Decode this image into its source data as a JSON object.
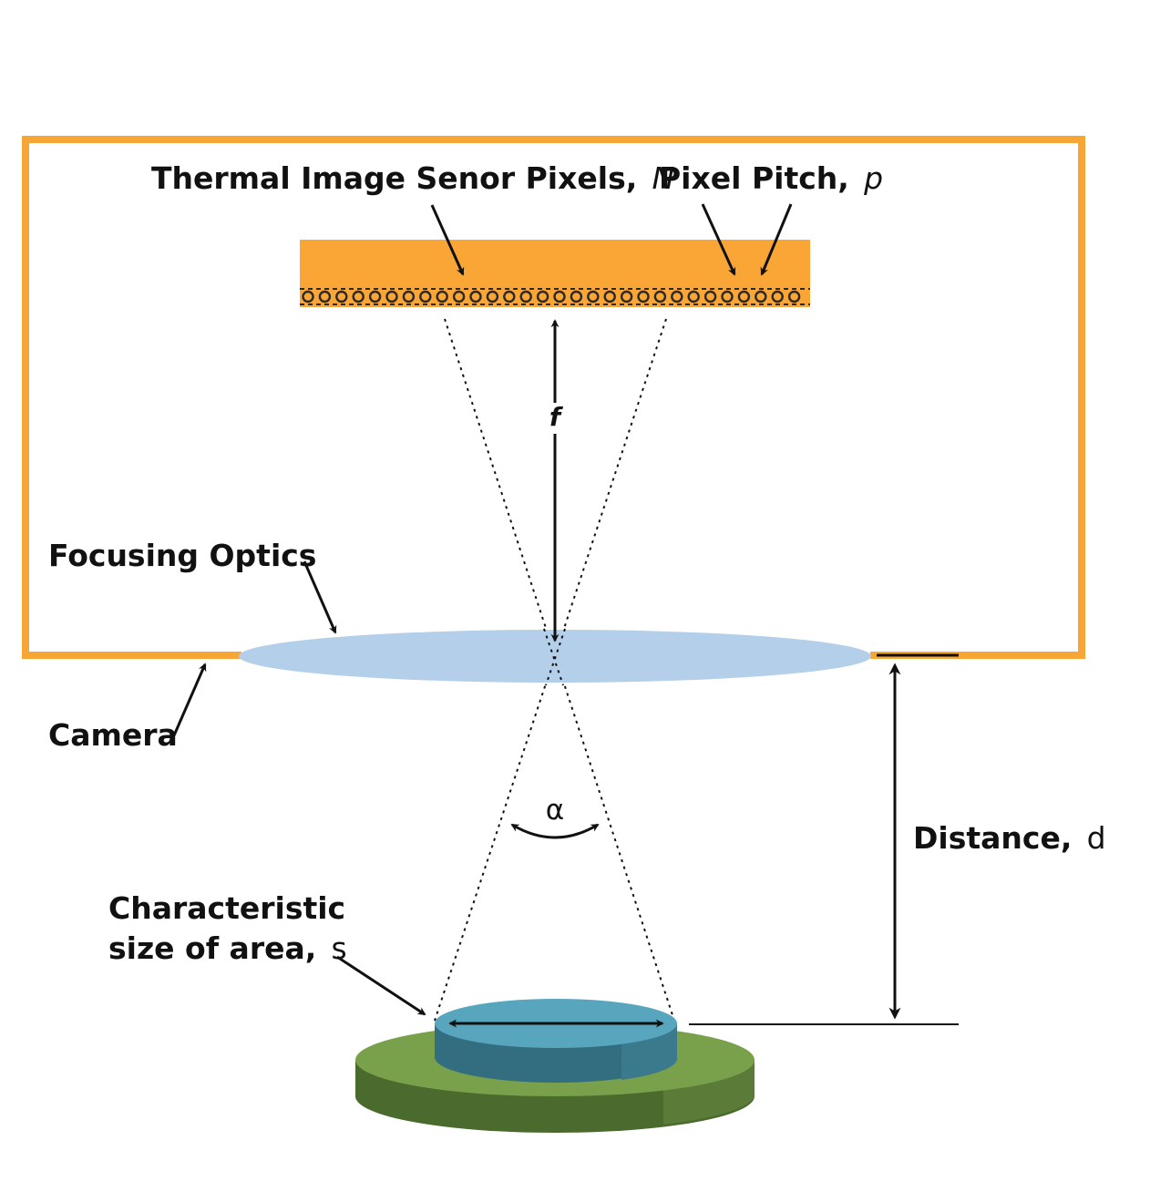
{
  "labels": {
    "sensor": {
      "text": "Thermal Image Senor Pixels,",
      "symbol": "N"
    },
    "pitch": {
      "text": "Pixel Pitch,",
      "symbol": "p"
    },
    "focal": "f",
    "optics": "Focusing Optics",
    "camera": "Camera",
    "angle": "α",
    "distance": {
      "text": "Distance,",
      "symbol": "d"
    },
    "area": {
      "line1": "Characteristic",
      "line2": "size of area,",
      "symbol": "s"
    }
  },
  "colors": {
    "housing": "#F7A535",
    "sensor": "#F9A637",
    "pixel_row": "#2A2A2A",
    "lens": "#B4CFEA",
    "target_top": "#58A6BE",
    "target_side": "#336E80",
    "base_top": "#79A14C",
    "base_side": "#4A6A2E",
    "ink": "#111111"
  },
  "icons": {
    "arrow": "arrow-icon",
    "pixel": "pixel-circle-icon"
  }
}
